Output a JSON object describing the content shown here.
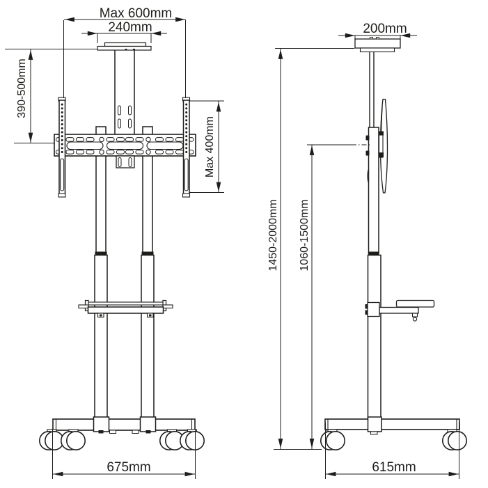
{
  "diagram": {
    "type": "technical-drawing",
    "subject": "Mobile TV cart / trolley with height-adjustable mount, two orthographic views",
    "line_color": "#1d1d1b",
    "background": "#ffffff",
    "front_view": {
      "dim_max_width": "Max 600mm",
      "dim_top_plate_width": "240mm",
      "dim_mount_drop": "390-500mm",
      "dim_vesa_height": "Max 400mm",
      "dim_base_width": "675mm"
    },
    "side_view": {
      "dim_top_plate_depth": "200mm",
      "dim_overall_height": "1450-2000mm",
      "dim_mount_height": "1060-1500mm",
      "dim_base_depth": "615mm"
    }
  }
}
